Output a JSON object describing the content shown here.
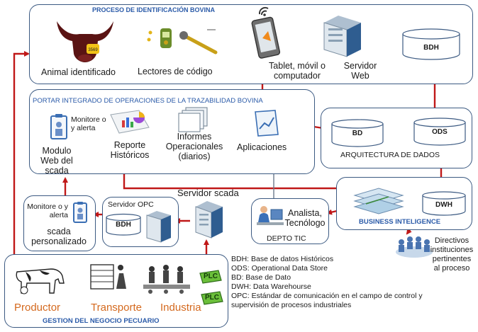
{
  "identification": {
    "title": "PROCESO DE IDENTIFICACIÓN BOVINA",
    "animal_label": "Animal identificado",
    "tag_text": "3569",
    "readers_label": "Lectores de código",
    "devices_label": "Tablet, móvil o computador",
    "server_label": "Servidor Web",
    "bdh_label": "BDH"
  },
  "portal": {
    "title": "PORTAR  INTEGRADO DE OPERACIONES DE LA TRAZABILIDAD BOVINA",
    "monitor_label": "Monitore o y alerta",
    "module_label": "Modulo Web del scada",
    "report_label": "Reporte Históricos",
    "informes_label": "Informes Operacionales (diarios)",
    "apps_label": "Aplicaciones"
  },
  "data_arch": {
    "title": "ARQUITECTURA DE DADOS",
    "bd_label": "BD",
    "ods_label": "ODS"
  },
  "bi": {
    "title": "BUSINESS INTELIGENCE",
    "dwh_label": "DWH"
  },
  "directivos_label": "Directivos instituciones pertinentes al proceso",
  "scada": {
    "server_label": "Servidor scada",
    "opc_title": "Servidor OPC",
    "opc_bdh_label": "BDH",
    "monitor_label": "Monitore o y alerta",
    "personal_label": "scada personalizado"
  },
  "depto": {
    "analyst_label": "Analista, Tecnólogo",
    "title": "DEPTO TIC"
  },
  "business": {
    "title": "GESTION DEL NEGOCIO PECUARIO",
    "productor": "Productor",
    "transporte": "Transporte",
    "industria": "Industria",
    "plc1": "PLC",
    "plc2": "PLC"
  },
  "legend": [
    "BDH: Base de datos Históricos",
    "ODS: Operational Data Store",
    "BD: Base de Dato",
    "DWH: Data Warehourse",
    "OPC: Estándar de comunicación en el campo de control y",
    "supervisión  de procesos industriales"
  ],
  "colors": {
    "arrow": "#c01818",
    "border": "#3c5a82",
    "title": "#2a5aa8",
    "orange": "#d4691e",
    "plc": "#6bbf3a"
  }
}
